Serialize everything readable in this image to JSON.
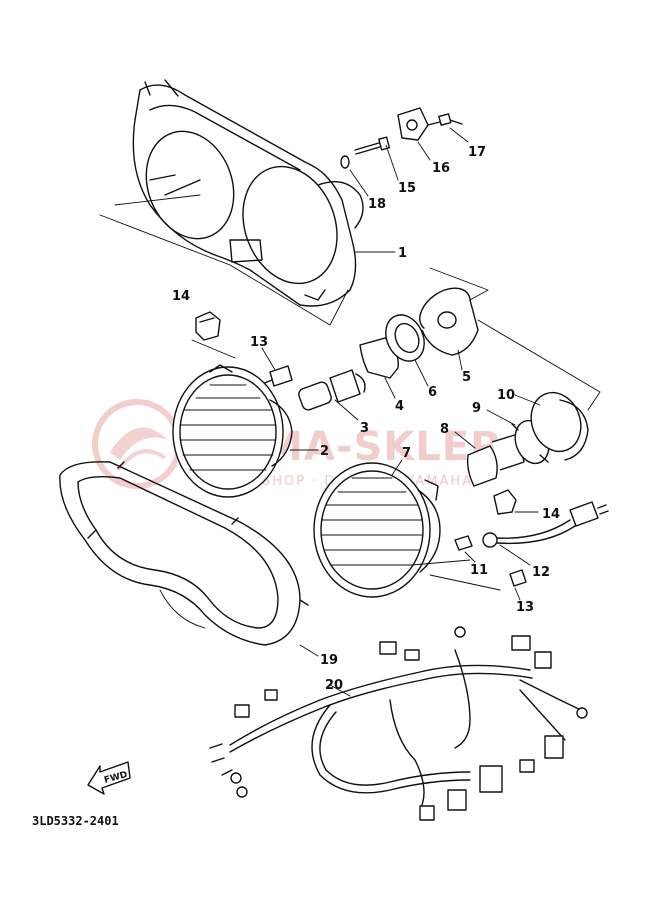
{
  "callouts": {
    "p1": "1",
    "p2": "2",
    "p3": "3",
    "p4": "4",
    "p5": "5",
    "p6": "6",
    "p7": "7",
    "p8": "8",
    "p9": "9",
    "p10": "10",
    "p11": "11",
    "p12": "12",
    "p13a": "13",
    "p13b": "13",
    "p14a": "14",
    "p14b": "14",
    "p15": "15",
    "p16": "16",
    "p17": "17",
    "p18": "18",
    "p19": "19",
    "p20": "20"
  },
  "diagram_code": "3LD5332-2401",
  "direction_label": "FWD",
  "watermark": {
    "title": "YAMA-SKLEP",
    "subtitle": "SHOP · DEALER · YAMAHA"
  },
  "colors": {
    "line": "#111111",
    "watermark": "#e9a5a5",
    "background": "#ffffff"
  }
}
